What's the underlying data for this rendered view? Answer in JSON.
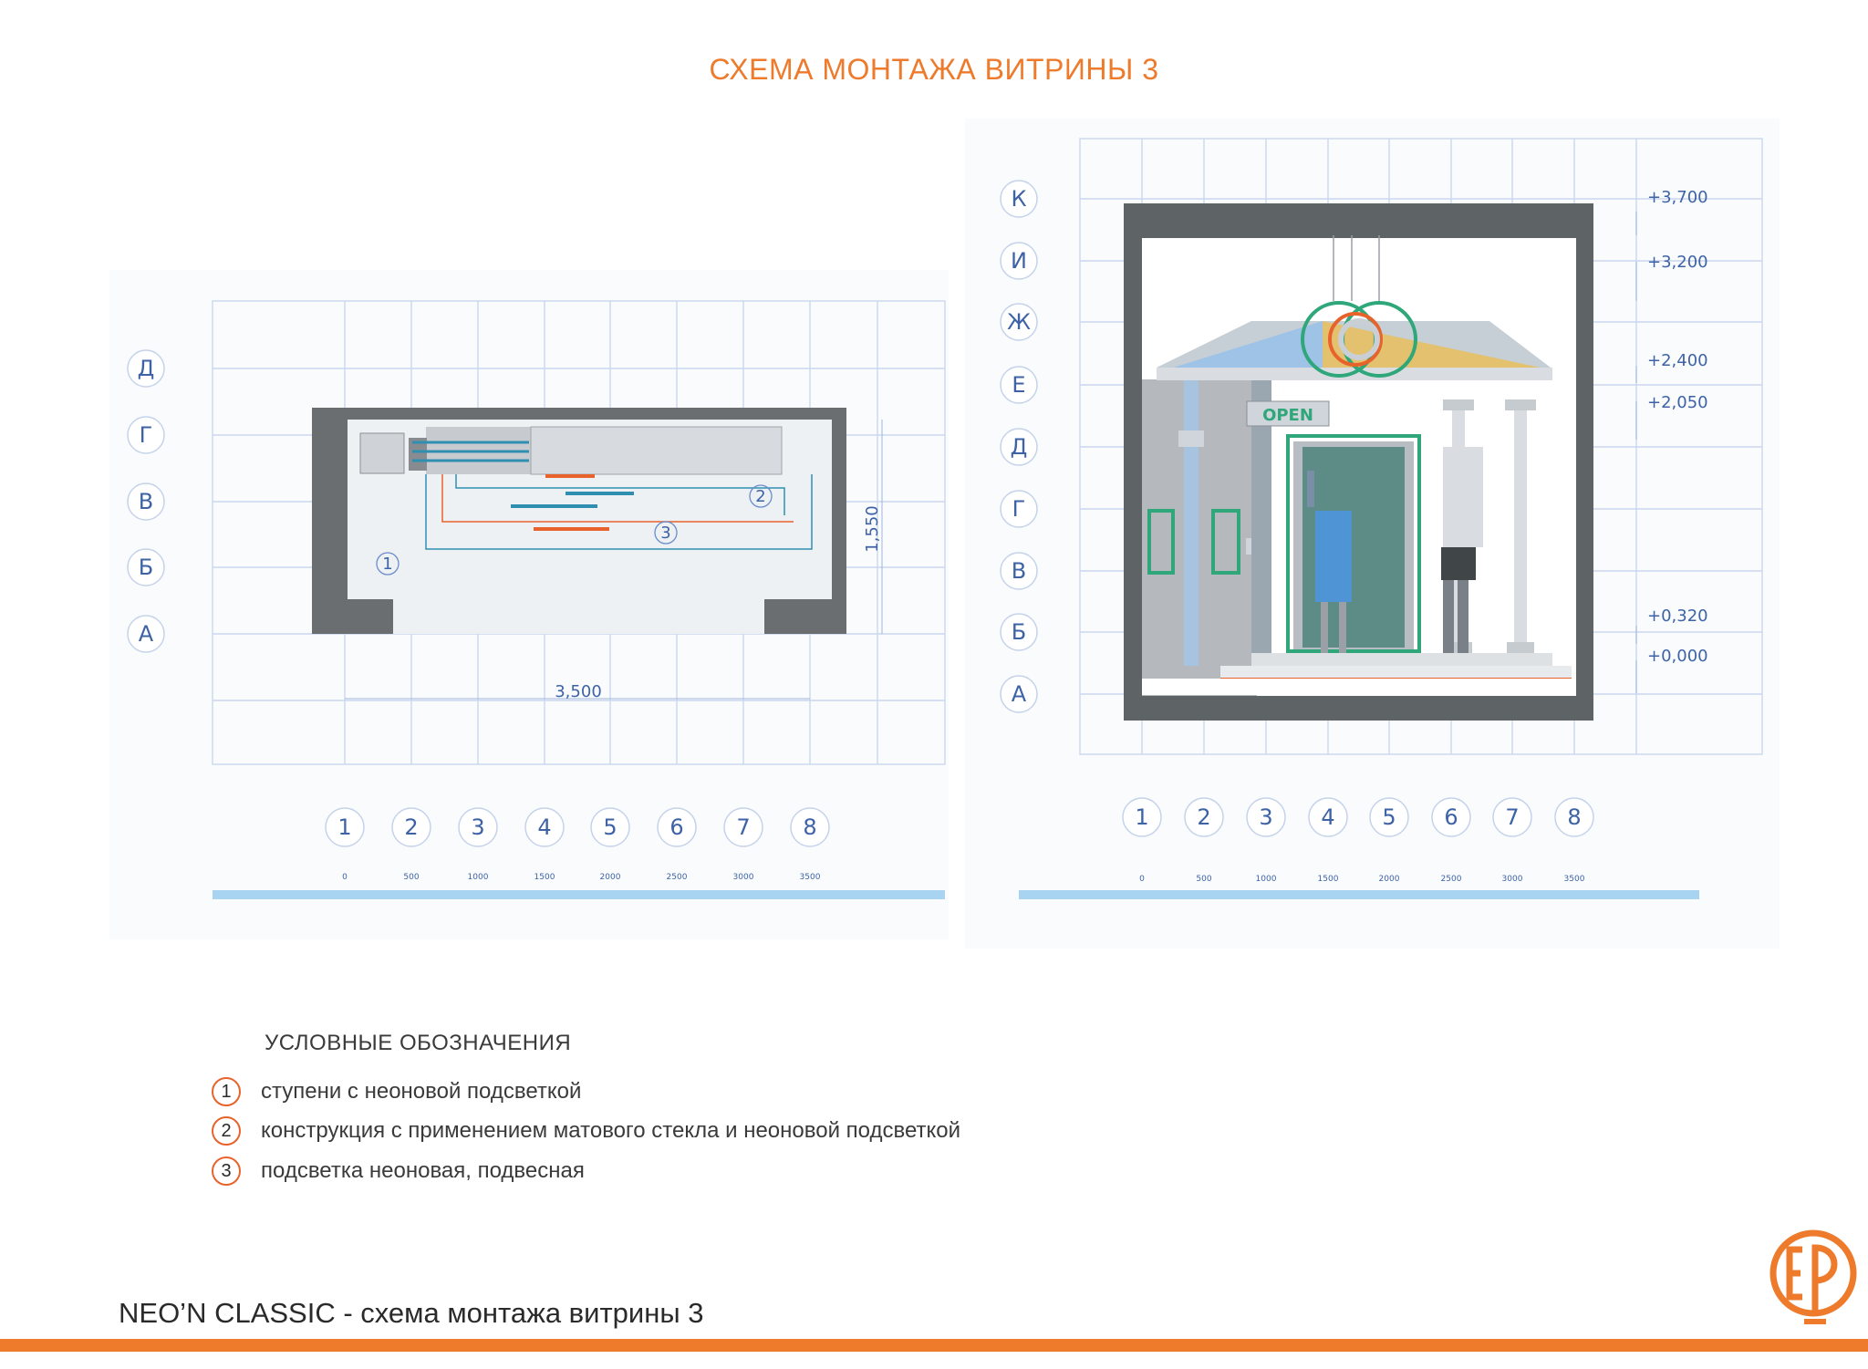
{
  "title": "СХЕМА МОНТАЖА ВИТРИНЫ 3",
  "plan": {
    "rows": [
      "Д",
      "Г",
      "В",
      "Б",
      "А"
    ],
    "cols": [
      "1",
      "2",
      "3",
      "4",
      "5",
      "6",
      "7",
      "8"
    ],
    "width_dim": "3,500",
    "depth_dim": "1,550",
    "markers": [
      "1",
      "2",
      "3"
    ],
    "scale_labels": [
      "0",
      "500",
      "1000",
      "1500",
      "2000",
      "2500",
      "3000",
      "3500"
    ]
  },
  "elevation": {
    "rows": [
      "К",
      "И",
      "Ж",
      "Е",
      "Д",
      "Г",
      "В",
      "Б",
      "А"
    ],
    "cols": [
      "1",
      "2",
      "3",
      "4",
      "5",
      "6",
      "7",
      "8"
    ],
    "levels": [
      "+3,700",
      "+3,200",
      "+2,400",
      "+2,050",
      "+0,320",
      "+0,000"
    ],
    "sign": "OPEN",
    "scale_labels": [
      "0",
      "500",
      "1000",
      "1500",
      "2000",
      "2500",
      "3000",
      "3500"
    ]
  },
  "legend": {
    "title": "УСЛОВНЫЕ ОБОЗНАЧЕНИЯ",
    "items": [
      {
        "num": "1",
        "text": "ступени с неоновой подсветкой"
      },
      {
        "num": "2",
        "text": "конструкция с применением матового стекла и неоновой подсветкой"
      },
      {
        "num": "3",
        "text": "подсветка неоновая, подвесная"
      }
    ]
  },
  "footer": "NEO’N CLASSIC - схема монтажа витрины 3",
  "colors": {
    "accent": "#ee7a2c",
    "axis_blue": "#3d63a6",
    "wall": "#6b6e70",
    "neon_green": "#2fa77a",
    "neon_orange": "#e8632b",
    "neon_teal": "#2e8fb0"
  }
}
